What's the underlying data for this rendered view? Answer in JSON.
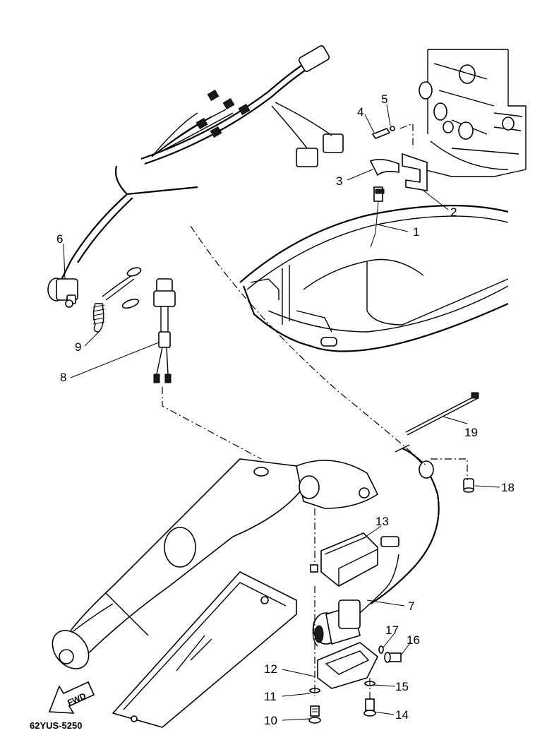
{
  "diagram": {
    "code": "62YUS-5250",
    "fwd_label": "FWD",
    "callouts": [
      {
        "id": "1",
        "label": "1"
      },
      {
        "id": "2",
        "label": "2"
      },
      {
        "id": "3",
        "label": "3"
      },
      {
        "id": "4",
        "label": "4"
      },
      {
        "id": "5",
        "label": "5"
      },
      {
        "id": "6",
        "label": "6"
      },
      {
        "id": "7",
        "label": "7"
      },
      {
        "id": "8",
        "label": "8"
      },
      {
        "id": "9",
        "label": "9"
      },
      {
        "id": "10",
        "label": "10"
      },
      {
        "id": "11",
        "label": "11"
      },
      {
        "id": "12",
        "label": "12"
      },
      {
        "id": "13",
        "label": "13"
      },
      {
        "id": "14",
        "label": "14"
      },
      {
        "id": "15",
        "label": "15"
      },
      {
        "id": "16",
        "label": "16"
      },
      {
        "id": "17",
        "label": "17"
      },
      {
        "id": "18",
        "label": "18"
      },
      {
        "id": "19",
        "label": "19"
      }
    ]
  }
}
